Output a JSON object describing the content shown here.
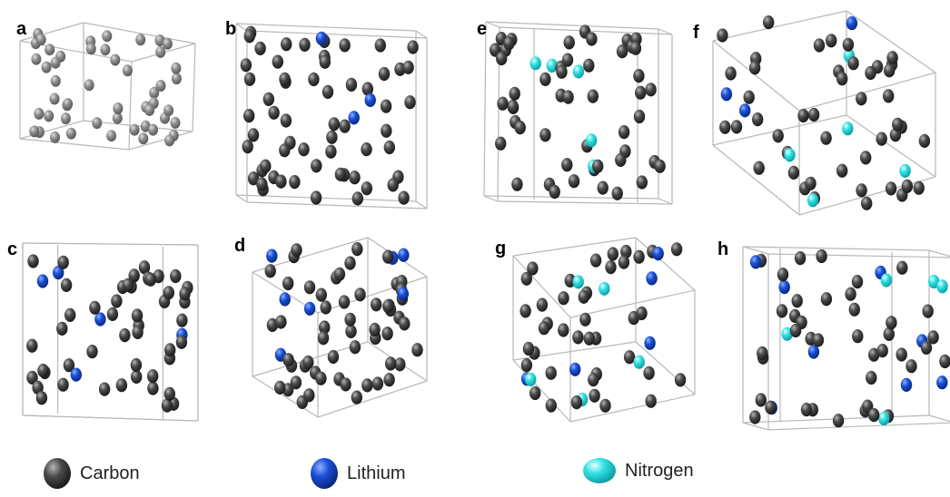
{
  "colors": {
    "carbon": "#4a4a4a",
    "lithium": "#1a4fd6",
    "nitrogen": "#2fe0e0",
    "panel_a_atom": "#8f8f8f",
    "box_edge": "#b8b8b8"
  },
  "panels": [
    {
      "label": "a",
      "composition": {
        "carbon": 50
      }
    },
    {
      "label": "b",
      "composition": {
        "carbon": 60,
        "lithium": 3
      }
    },
    {
      "label": "c",
      "composition": {
        "carbon": 48,
        "lithium": 5
      }
    },
    {
      "label": "d",
      "composition": {
        "carbon": 55,
        "lithium": 7
      }
    },
    {
      "label": "e",
      "composition": {
        "carbon": 50,
        "nitrogen": 5
      }
    },
    {
      "label": "f",
      "composition": {
        "carbon": 45,
        "lithium": 3,
        "nitrogen": 5
      }
    },
    {
      "label": "g",
      "composition": {
        "carbon": 40,
        "lithium": 5,
        "nitrogen": 5
      }
    },
    {
      "label": "h",
      "composition": {
        "carbon": 40,
        "lithium": 8,
        "nitrogen": 5
      }
    }
  ],
  "legend": [
    {
      "name": "Carbon",
      "color": "#4a4a4a"
    },
    {
      "name": "Lithium",
      "color": "#1a4fd6"
    },
    {
      "name": "Nitrogen",
      "color": "#2fe0e0"
    }
  ]
}
